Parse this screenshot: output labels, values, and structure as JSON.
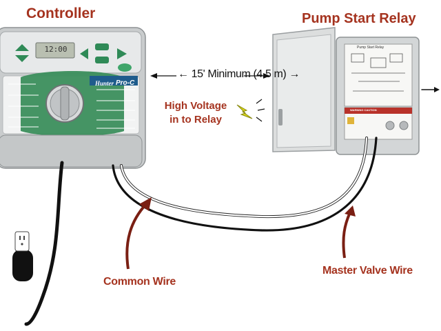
{
  "labels": {
    "controller": "Controller",
    "pump_start_relay": "Pump Start Relay",
    "distance": "← 15' Minimum (4.5 m) →",
    "high_voltage_line1": "High Voltage",
    "high_voltage_line2": "in to Relay",
    "common_wire": "Common Wire",
    "master_valve_wire": "Master Valve Wire"
  },
  "controller": {
    "display": "12:00",
    "brand": "Hunter",
    "model": "Pro-C"
  },
  "relay_panel": {
    "title": "Pump Start Relay",
    "warning": "WARNING CAUTION"
  },
  "colors": {
    "label_red": "#a5331f",
    "controller_green": "#2f8a57",
    "panel_grey": "#d9dbdc",
    "wire": "#111111"
  }
}
